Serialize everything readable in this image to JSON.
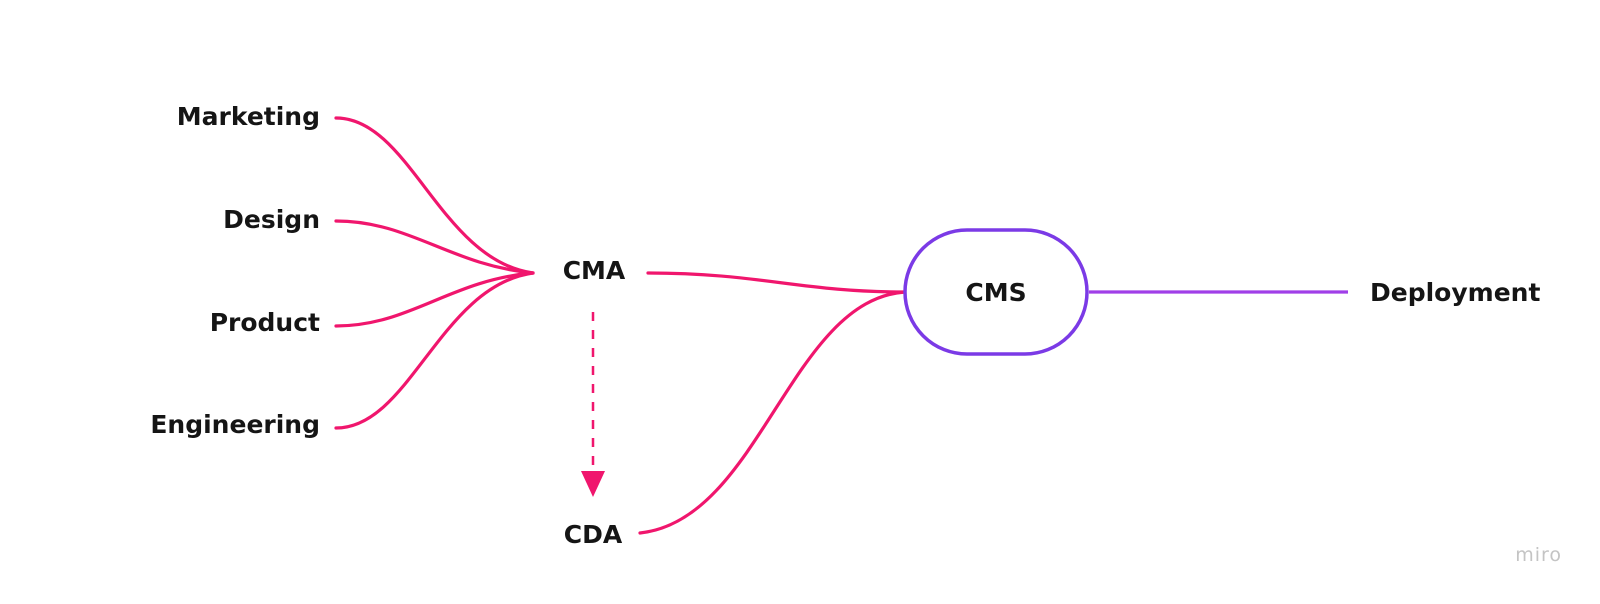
{
  "diagram": {
    "title": "",
    "sources": [
      {
        "id": "marketing",
        "label": "Marketing"
      },
      {
        "id": "design",
        "label": "Design"
      },
      {
        "id": "product",
        "label": "Product"
      },
      {
        "id": "engineering",
        "label": "Engineering"
      }
    ],
    "cma": {
      "label": "CMA"
    },
    "cda": {
      "label": "CDA"
    },
    "cms": {
      "label": "CMS"
    },
    "deployment": {
      "label": "Deployment"
    },
    "edges": [
      {
        "from": "Marketing",
        "to": "CMA",
        "style": "solid"
      },
      {
        "from": "Design",
        "to": "CMA",
        "style": "solid"
      },
      {
        "from": "Product",
        "to": "CMA",
        "style": "solid"
      },
      {
        "from": "Engineering",
        "to": "CMA",
        "style": "solid"
      },
      {
        "from": "CMA",
        "to": "CMS",
        "style": "solid"
      },
      {
        "from": "CDA",
        "to": "CMS",
        "style": "solid"
      },
      {
        "from": "CMA",
        "to": "CDA",
        "style": "dashed-arrow"
      },
      {
        "from": "CMS",
        "to": "Deployment",
        "style": "solid"
      }
    ],
    "colors": {
      "edge": "#f0166d",
      "cms_border": "#7b3ae6",
      "deployment_edge": "#a03fe8",
      "text": "#151515",
      "watermark": "#c4c4c4"
    },
    "watermark": "miro"
  }
}
